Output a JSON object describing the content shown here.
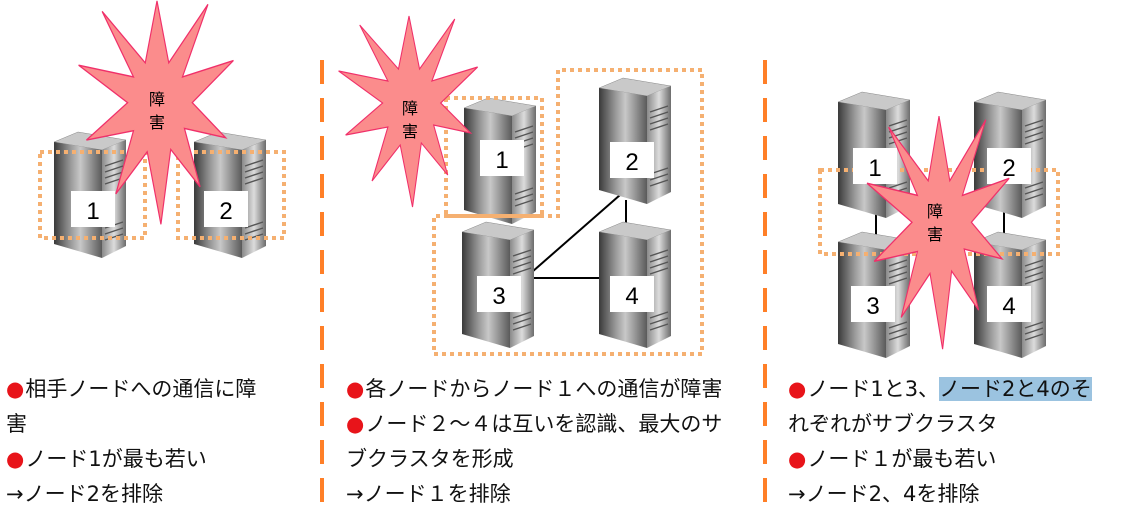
{
  "burst_label": [
    "障",
    "害"
  ],
  "colors": {
    "divider": "#ff7f27",
    "group_outline": "#f5b071",
    "burst_fill": "#fb8c8c",
    "burst_stroke": "#f0306a",
    "bullet": "#e8141a",
    "highlight": "#9bc3e0"
  },
  "panels": [
    {
      "servers": [
        "1",
        "2"
      ],
      "text": {
        "bullet1_line1": "相手ノードへの通信に障",
        "bullet1_line2": "害",
        "bullet2": "ノード1が最も若い",
        "result": "→ノード2を排除"
      }
    },
    {
      "servers": [
        "1",
        "2",
        "3",
        "4"
      ],
      "text": {
        "bullet1": "各ノードからノード１への通信が障害",
        "bullet2_line1": "ノード２～４は互いを認識、最大のサ",
        "bullet2_line2": "ブクラスタを形成",
        "result": "→ノード１を排除"
      }
    },
    {
      "servers": [
        "1",
        "2",
        "3",
        "4"
      ],
      "text": {
        "bullet1_pre": "ノード1と3、",
        "bullet1_highlight": "ノード2と4のそ",
        "bullet1_line2": "れぞれがサブクラスタ",
        "bullet2": "ノード１が最も若い",
        "result": "→ノード2、4を排除"
      }
    }
  ]
}
